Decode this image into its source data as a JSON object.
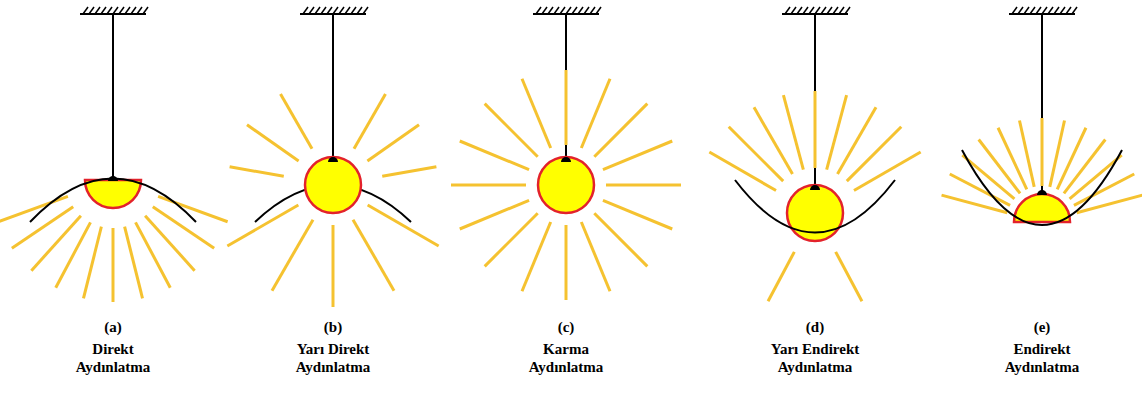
{
  "diagram": {
    "labels": [
      "(a)",
      "Direkt Aydınlatma",
      "(b)",
      "Yarı Direkt Aydınlatma",
      "(c)",
      "Karma Aydınlatma",
      "(d)",
      "Yarı Endirekt Aydınlatma",
      "(e)",
      "Endirekt Aydınlatma"
    ]
  }
}
